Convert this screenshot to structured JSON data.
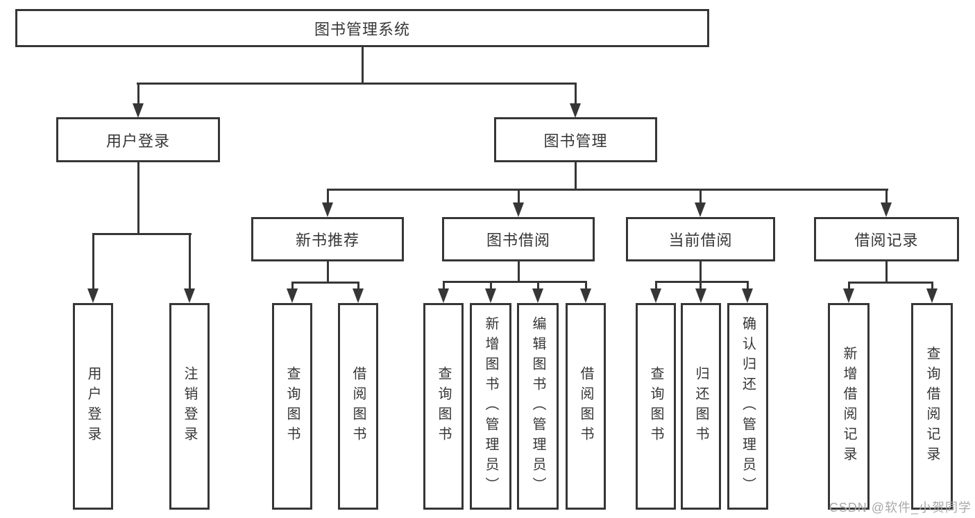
{
  "tree": {
    "label": "图书管理系统",
    "children": [
      {
        "label": "用户登录",
        "children": [
          {
            "label": "用户登录"
          },
          {
            "label": "注销登录"
          }
        ]
      },
      {
        "label": "图书管理",
        "children": [
          {
            "label": "新书推荐",
            "children": [
              {
                "label": "查询图书"
              },
              {
                "label": "借阅图书"
              }
            ]
          },
          {
            "label": "图书借阅",
            "children": [
              {
                "label": "查询图书"
              },
              {
                "label": "新增图书（管理员）"
              },
              {
                "label": "编辑图书（管理员）"
              },
              {
                "label": "借阅图书"
              }
            ]
          },
          {
            "label": "当前借阅",
            "children": [
              {
                "label": "查询图书"
              },
              {
                "label": "归还图书"
              },
              {
                "label": "确认归还（管理员）"
              }
            ]
          },
          {
            "label": "借阅记录",
            "children": [
              {
                "label": "新增借阅记录"
              },
              {
                "label": "查询借阅记录"
              }
            ]
          }
        ]
      }
    ]
  },
  "watermark": {
    "text": "CSDN @软件_小贺同学"
  },
  "colors": {
    "line": "#363636",
    "text": "#363636",
    "box_background": "#ffffff",
    "watermark_text": "#a8a8a8"
  }
}
